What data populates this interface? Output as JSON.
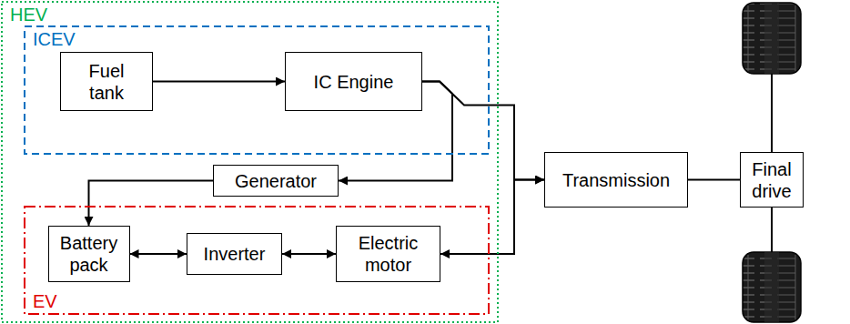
{
  "diagram": {
    "nodes": [
      {
        "text": [
          "HEV"
        ]
      },
      {
        "text": [
          "ICEV"
        ],
        "in": 0
      },
      {
        "text": [
          "Fuel tank"
        ],
        "in": 1
      },
      {
        "text": [
          "IC Engine"
        ],
        "in": 1
      },
      {
        "text": [
          "Generator"
        ],
        "in": 0
      },
      {
        "text": [
          "EV"
        ],
        "in": 0
      },
      {
        "text": [
          "Battery pack"
        ],
        "in": 5
      },
      {
        "text": [
          "Inverter"
        ],
        "in": 5
      },
      {
        "text": [
          "Electric motor"
        ],
        "in": 5
      },
      {
        "text": [
          "Transmission"
        ]
      },
      {
        "text": [
          "Final drive"
        ]
      }
    ],
    "edges": [
      {
        "from": 2,
        "to": 3,
        "arrow": "to"
      },
      {
        "from": 3,
        "to": 9,
        "arrow": "to"
      },
      {
        "from": 3,
        "to": 4,
        "arrow": "to"
      },
      {
        "from": 4,
        "to": 6,
        "arrow": "to"
      },
      {
        "from": 6,
        "to": 7,
        "arrow": "both"
      },
      {
        "from": 7,
        "to": 8,
        "arrow": "both"
      },
      {
        "from": 8,
        "to": 9,
        "arrow": "both"
      },
      {
        "from": 9,
        "to": 10,
        "arrow": "none"
      }
    ]
  }
}
